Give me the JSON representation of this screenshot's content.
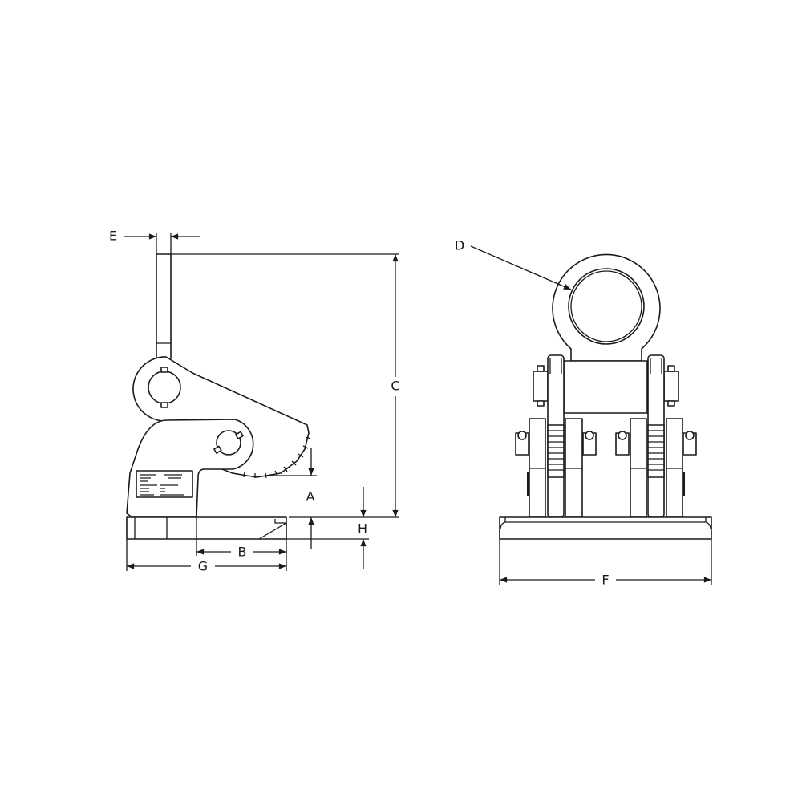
{
  "labels": {
    "A": "A",
    "B": "B",
    "C": "C",
    "D": "D",
    "E": "E",
    "F": "F",
    "G": "G",
    "H": "H"
  },
  "colors": {
    "line": "#1a1a1a",
    "background": "#ffffff"
  }
}
